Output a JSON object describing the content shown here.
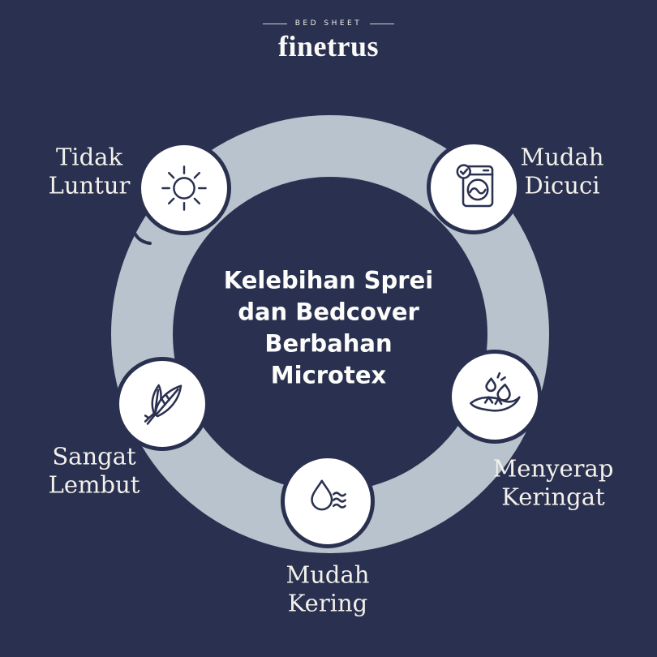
{
  "brand": {
    "tagline": "BED SHEET",
    "name": "finetrus"
  },
  "center": {
    "line1": "Kelebihan Sprei",
    "line2": "dan Bedcover",
    "line3": "Berbahan",
    "line4": "Microtex"
  },
  "nodes": [
    {
      "id": "tidak-luntur",
      "label1": "Tidak",
      "label2": "Luntur",
      "icon": "sun-icon"
    },
    {
      "id": "mudah-dicuci",
      "label1": "Mudah",
      "label2": "Dicuci",
      "icon": "washing-machine-icon"
    },
    {
      "id": "sangat-lembut",
      "label1": "Sangat",
      "label2": "Lembut",
      "icon": "feather-icon"
    },
    {
      "id": "menyerap-keringat",
      "label1": "Menyerap",
      "label2": "Keringat",
      "icon": "sweat-absorb-icon"
    },
    {
      "id": "mudah-kering",
      "label1": "Mudah",
      "label2": "Kering",
      "icon": "drying-water-drop-icon"
    }
  ],
  "colors": {
    "bg": "#2a3150",
    "ring": "#b9c3cd",
    "navy": "#2a3150",
    "node_fill": "#ffffff",
    "text": "#f3f1ea",
    "title": "#fdfdfb"
  }
}
